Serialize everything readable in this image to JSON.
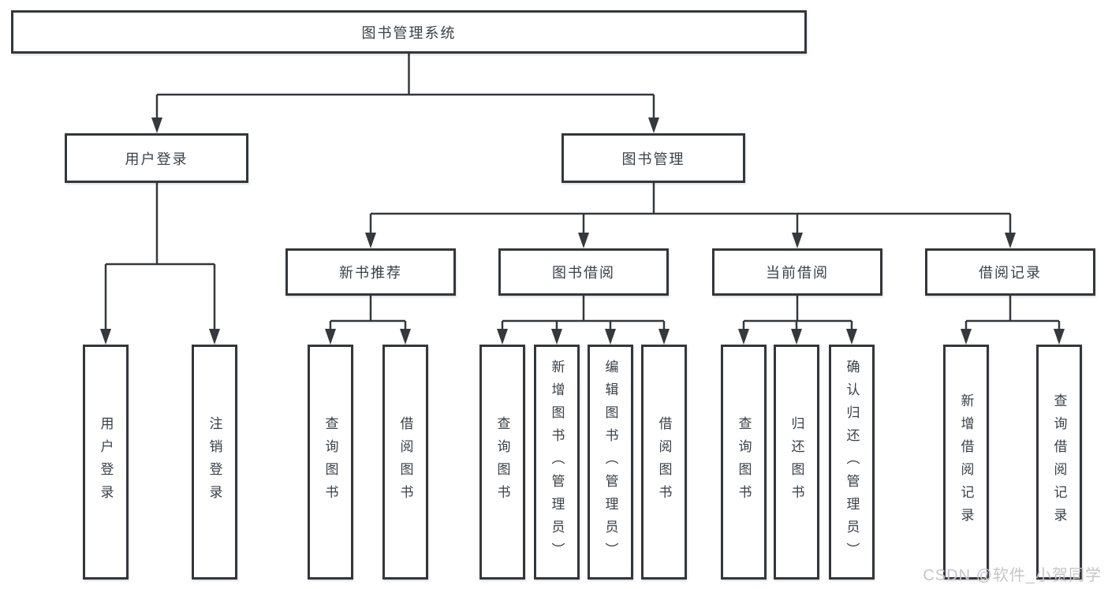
{
  "tree": {
    "root": "图书管理系统",
    "level2": {
      "user_login": "用户登录",
      "book_mgmt": "图书管理"
    },
    "level3": {
      "new_books": "新书推荐",
      "book_borrow": "图书借阅",
      "current_borrow": "当前借阅",
      "borrow_records": "借阅记录"
    },
    "leaves": {
      "user_login": [
        "用户登录",
        "注销登录"
      ],
      "new_books": [
        "查询图书",
        "借阅图书"
      ],
      "book_borrow": [
        "查询图书",
        "新增图书（管理员）",
        "编辑图书（管理员）",
        "借阅图书"
      ],
      "current_borrow": [
        "查询图书",
        "归还图书",
        "确认归还（管理员）"
      ],
      "borrow_records": [
        "新增借阅记录",
        "查询借阅记录"
      ]
    }
  },
  "watermark": "CSDN @软件_小贺同学",
  "colors": {
    "line": "#35383c",
    "border": "#33373c",
    "text": "#3a4047",
    "watermark": "#c6c6c6",
    "background": "#ffffff"
  }
}
